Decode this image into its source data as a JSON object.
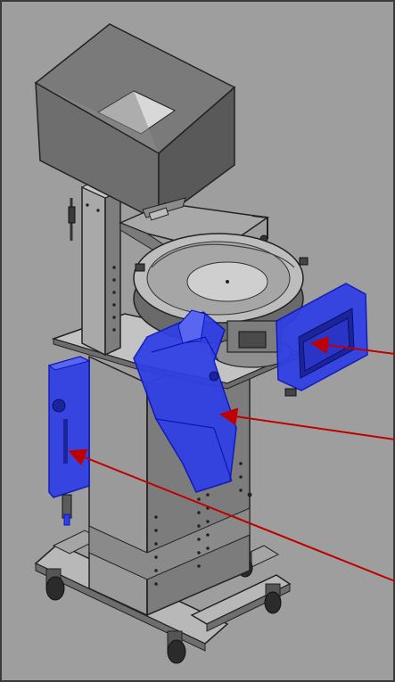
{
  "scene": {
    "subject": "vibratory-bowl-feeder-machine",
    "colors": {
      "background": "#9e9e9e",
      "metal_light": "#b4b4b4",
      "metal_mid": "#8f8f8f",
      "metal_dark": "#5c5c5c",
      "outline": "#222222",
      "highlight_fill": "#2f3fe6",
      "highlight_edge": "#0a14b8",
      "arrow": "#c00000"
    }
  },
  "callouts": [
    {
      "id": "control-panel-touchscreen"
    },
    {
      "id": "outlet-chute-housing"
    },
    {
      "id": "side-electrical-box"
    }
  ]
}
